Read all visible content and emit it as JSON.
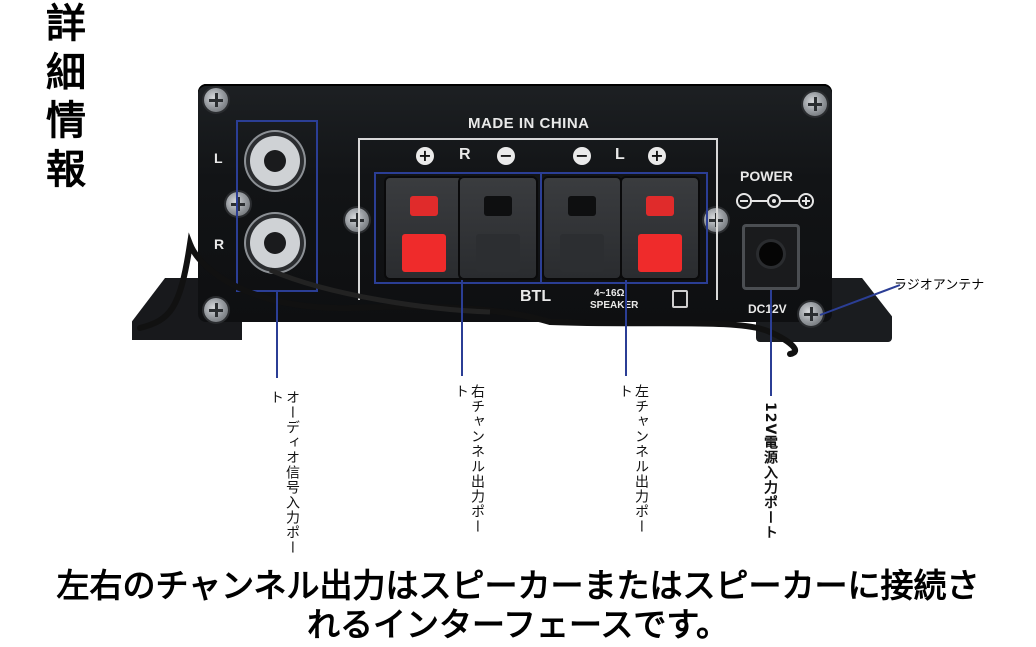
{
  "side_title": [
    "詳",
    "細",
    "情",
    "報"
  ],
  "panel": {
    "made_in": "MADE IN CHINA",
    "jack_label_left": "L",
    "jack_label_right": "R",
    "plus": "+",
    "minus": "−",
    "channel_r": "R",
    "channel_l": "L",
    "btl": "BTL",
    "impedance": "4~16Ω",
    "speaker": "SPEAKER",
    "power": "POWER",
    "dc_label": "DC12V"
  },
  "callouts": {
    "radio_antenna": "ラジオアンテナ",
    "audio_input": "オーディオ信号入力ポート",
    "right_output": "右チャンネル出力ポート",
    "left_output": "左チャンネル出力ポート",
    "power_input": "12V電源入力ポート"
  },
  "caption": {
    "line1": "左右のチャンネル出力はスピーカーまたはスピーカーに接続さ",
    "line2": "れるインターフェースです。"
  },
  "colors": {
    "callout_blue": "#2b3e95",
    "panel_black": "#121416",
    "terminal_red": "#ef2b2b"
  }
}
